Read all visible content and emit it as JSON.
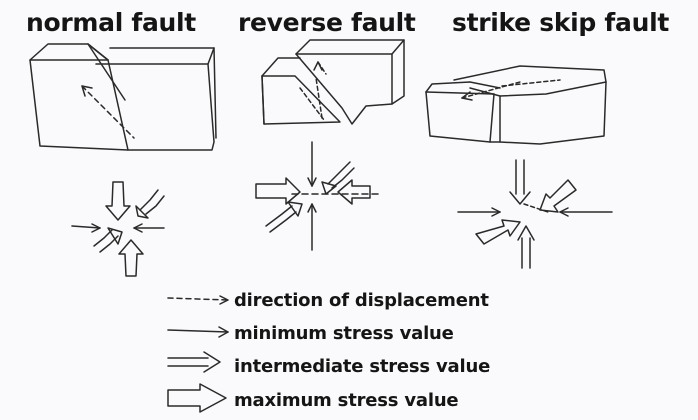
{
  "titles": {
    "normal": "normal fault",
    "reverse": "reverse fault",
    "strike": "strike skip fault"
  },
  "legend": [
    {
      "label": "direction of displacement",
      "symbol": "dashed-arrow-icon"
    },
    {
      "label": "minimum stress value",
      "symbol": "thin-arrow-icon"
    },
    {
      "label": "intermediate stress value",
      "symbol": "double-line-arrow-icon"
    },
    {
      "label": "maximum stress value",
      "symbol": "wide-arrow-icon"
    }
  ],
  "colors": {
    "ink": "#2a2a2a",
    "background": "#fafafc"
  }
}
